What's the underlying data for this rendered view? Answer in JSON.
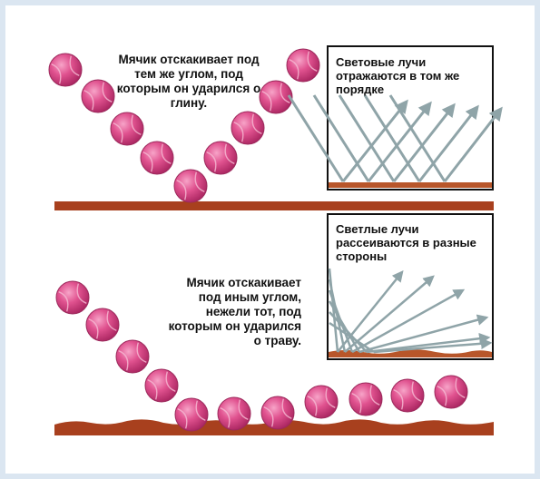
{
  "top_panel": {
    "ball_caption": "Мячик отскакивает под тем же углом, под которым он ударился о глину.",
    "box_caption": "Световые лучи отражаются в том же порядке"
  },
  "bottom_panel": {
    "ball_caption": "Мячик отскакивает под иным углом, нежели тот, под которым он ударился о траву.",
    "box_caption": "Светлые лучи рассеиваются в разные стороны"
  },
  "colors": {
    "ball": "#e0528f",
    "ball_dark": "#b52a6a",
    "ground": "#a8401e",
    "ray": "#8fa4a8",
    "frame": "#dbe6f1"
  }
}
